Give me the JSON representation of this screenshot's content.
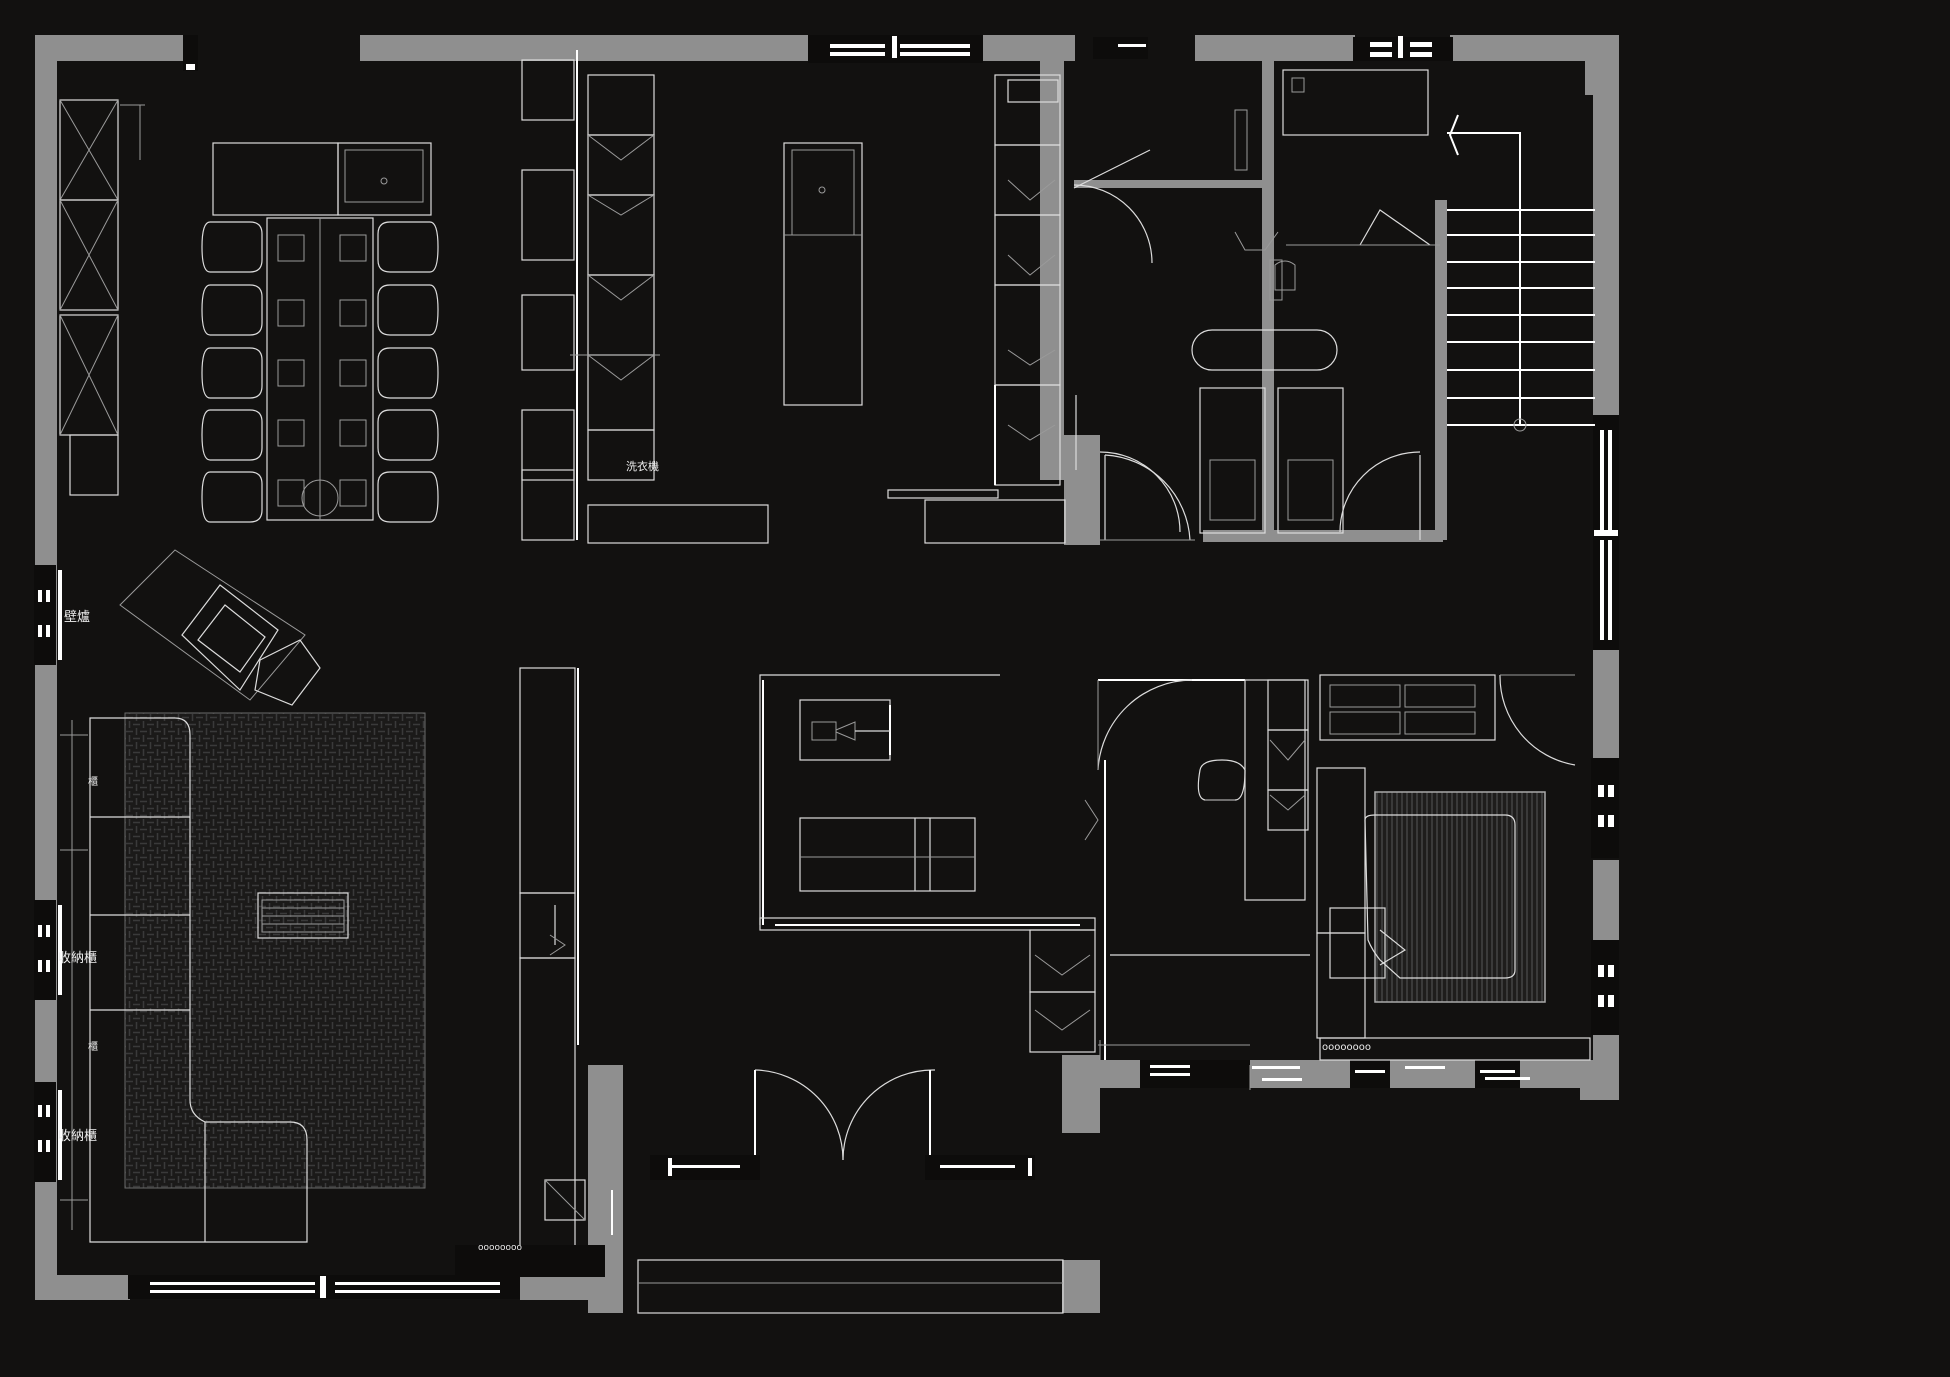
{
  "labels": {
    "fireplace": "壁爐",
    "storage_1": "收納櫃",
    "storage_2": "收納櫃",
    "washer": "洗衣機",
    "small_1": "櫃",
    "small_2": "櫃"
  },
  "colors": {
    "background": "#121110",
    "wall": "#8f8f8f",
    "line": "#dcdcdc",
    "window": "#ffffff"
  }
}
